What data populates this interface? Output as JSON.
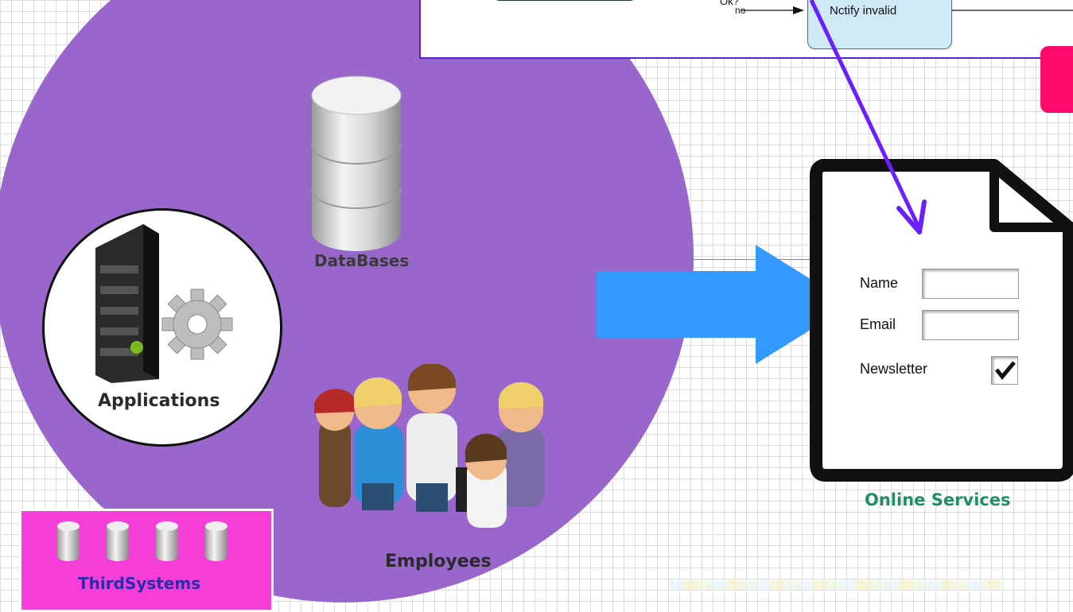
{
  "flow_panel": {
    "decision_label": "Ok?",
    "no_label": "no",
    "notify_label": "Nctify invalid"
  },
  "labels": {
    "databases": "DataBases",
    "applications": "Applications",
    "employees": "Employees",
    "third_systems": "ThirdSystems",
    "online_services": "Online Services"
  },
  "form": {
    "name_label": "Name",
    "email_label": "Email",
    "newsletter_label": "Newsletter",
    "newsletter_checked": true
  },
  "colors": {
    "ellipse": "#9966cc",
    "panel_border": "#5a1fd6",
    "arrow_blue": "#3399ff",
    "pink": "#ff0a6c",
    "magenta_box": "#f53dd8",
    "online_services_text": "#1f8f66"
  },
  "icons": [
    "database-icon",
    "server-icon",
    "gear-icon",
    "people-icon",
    "document-icon",
    "arrow-icon"
  ]
}
